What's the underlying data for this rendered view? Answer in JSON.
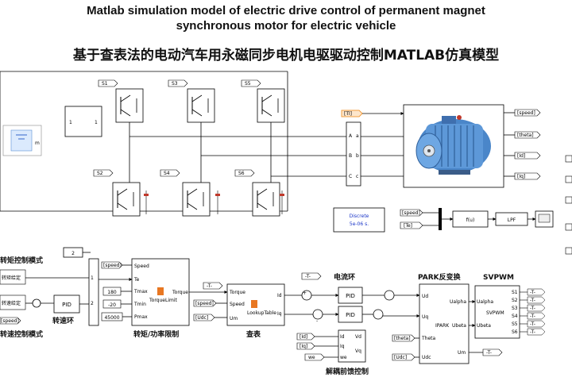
{
  "title": {
    "english": "Matlab simulation model of electric drive control of permanent magnet\nsynchronous motor for electric vehicle",
    "chinese": "基于查表法的电动汽车用永磁同步电机电驱驱动控制MATLAB仿真模型"
  },
  "inverter": {
    "switch_tags": [
      "S1",
      "S3",
      "S5",
      "S2",
      "S4",
      "S6"
    ],
    "bus_ports": [
      "A",
      "B",
      "C"
    ],
    "bus_ports_right": [
      "a",
      "b",
      "c"
    ],
    "gate_in": "1"
  },
  "motor": {
    "in_tag": "[Tl]",
    "out_tags": [
      "[speed]",
      "[theta]",
      "[Id]",
      "[Iq]"
    ]
  },
  "solver": {
    "line1": "Discrete",
    "line2": "5e-06 s."
  },
  "filter": {
    "in_tags": [
      "[speed]",
      "[Te]"
    ],
    "fcn": "f(u)",
    "lpf": "LPF"
  },
  "torque_mode": {
    "const": "2",
    "label_torque_mode": "转矩控制模式",
    "label_speed_loop": "转速环",
    "label_speed_mode": "转速控制模式",
    "set_label_1": "转矩给定",
    "set_label_2": "转速给定",
    "switch_ports": [
      "1",
      "2"
    ],
    "pid": "PID",
    "speed_tag": "[speed]"
  },
  "torque_limit": {
    "inputs": [
      "Speed",
      "Te",
      "Tmax",
      "Tmin",
      "Pmax"
    ],
    "output": "Torque",
    "name": "TorqueLimit",
    "const_values": [
      "180",
      "-20",
      "45000"
    ],
    "speed_tag": "[speed]",
    "caption": "转矩/功率限制",
    "out_tag": "-T-"
  },
  "lookup": {
    "inputs": [
      "Torque",
      "Speed",
      "Um"
    ],
    "outputs": [
      "Id",
      "Iq"
    ],
    "name": "LookupTable",
    "caption": "查表",
    "tags": [
      "[speed]",
      "[Udc]"
    ]
  },
  "current_loop": {
    "caption": "电流环",
    "pid": "PID",
    "tags": [
      "[Id]",
      "[Iq]",
      "we"
    ],
    "decouple_caption": "解耦前馈控制",
    "decouple_ports": [
      "Id",
      "Iq",
      "we",
      "Vd",
      "Vq"
    ],
    "sum_signs": [
      "+",
      "-"
    ],
    "top_tag": "-T-"
  },
  "park": {
    "caption": "PARK反变换",
    "inputs": [
      "Ud",
      "Uq",
      "Theta",
      "Udc"
    ],
    "outputs": [
      "Ualpha",
      "Ubeta",
      "Um"
    ],
    "name": "IPARK",
    "tags": [
      "[theta]",
      "[Udc]"
    ],
    "um_tag": "-T-"
  },
  "svpwm": {
    "caption": "SVPWM",
    "inputs": [
      "Ualpha",
      "Ubeta"
    ],
    "name": "SVPWM",
    "outputs": [
      "S1",
      "S2",
      "S3",
      "S4",
      "S5",
      "S6"
    ],
    "out_tag": "-T-"
  },
  "misc": {
    "gate_tag": "1",
    "dc_label": "m"
  },
  "colors": {
    "tag_orange": "#f29d3d",
    "link_blue": "#1a35c8",
    "motor_blue": "#4a86c9",
    "block_border": "#000000"
  }
}
